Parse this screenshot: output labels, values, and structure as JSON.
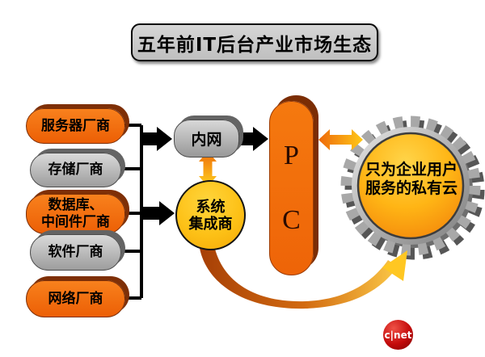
{
  "title": "五年前IT后台产业市场生态",
  "vendors": [
    {
      "label": "服务器厂商",
      "color": "orange"
    },
    {
      "label": "存储厂商",
      "color": "gray"
    },
    {
      "label": "数据库、",
      "label2": "中间件厂商",
      "color": "orange"
    },
    {
      "label": "软件厂商",
      "color": "gray"
    },
    {
      "label": "网络厂商",
      "color": "orange"
    }
  ],
  "network": {
    "label": "内网"
  },
  "integrator": {
    "line1": "系统",
    "line2": "集成商"
  },
  "pc": {
    "line1": "P",
    "line2": "C"
  },
  "private_cloud": {
    "line1": "只为企业用户",
    "line2": "服务的私有云"
  },
  "logo": {
    "text": "c|net"
  },
  "colors": {
    "orange": "#ee6408",
    "orange_shadow": "#7b2d04",
    "gray_fill": "#b3b3b3",
    "gray_shadow": "#646464",
    "yellow": "#fdc117",
    "gold_arrow": "#ffc81e",
    "swoosh_dark": "#a63f06",
    "black": "#000000",
    "title_bg": "#c9c9c9",
    "gear_gray": "#a8a8a8",
    "cloud_gradient_top": "#ffd53c",
    "cnet_red": "#c40b0b"
  }
}
